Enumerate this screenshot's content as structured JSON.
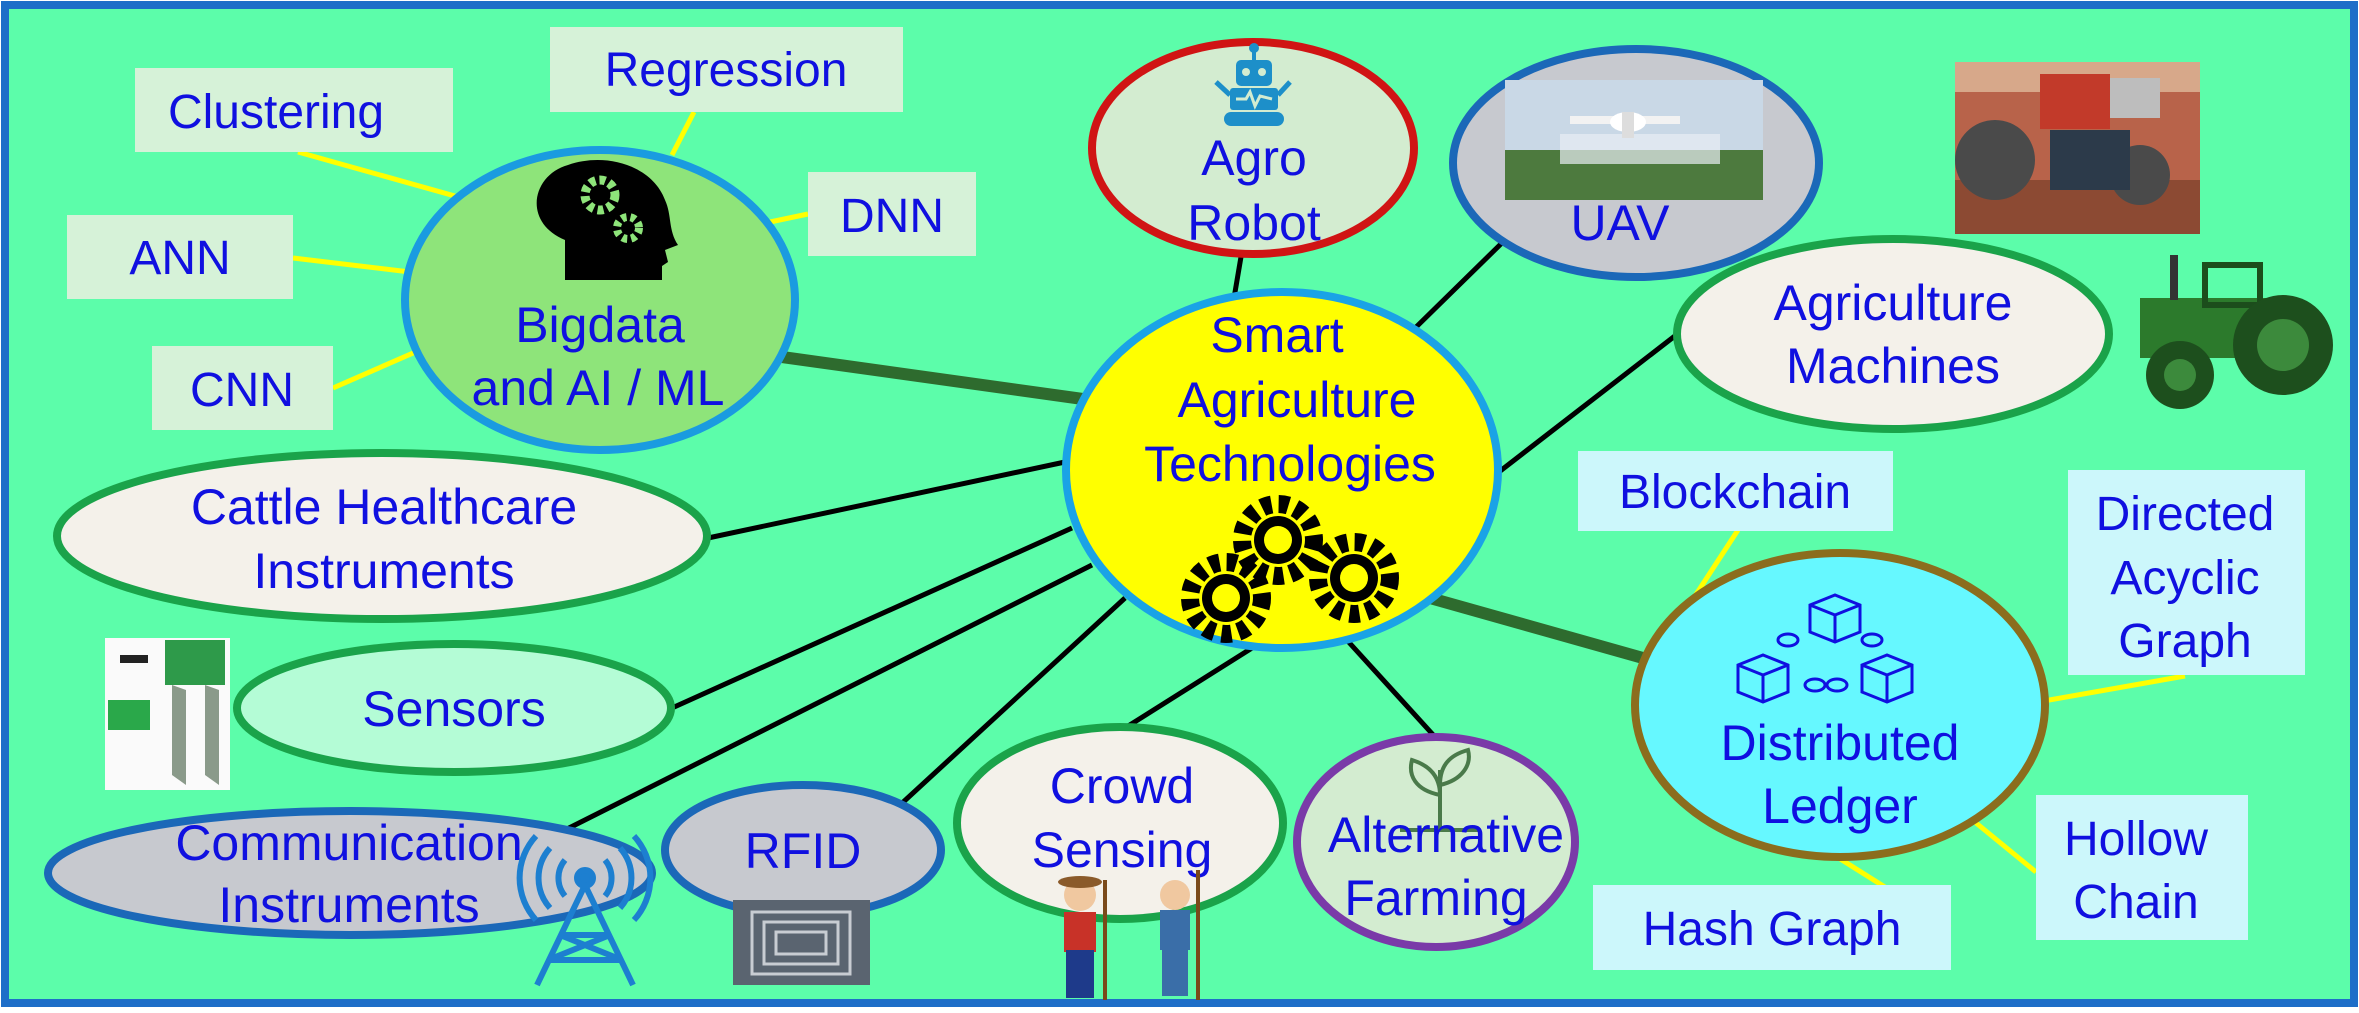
{
  "center": {
    "line1": "Smart",
    "line2": "Agriculture",
    "line3": "Technologies"
  },
  "bigdata": {
    "line1": "Bigdata",
    "line2": "and AI / ML"
  },
  "ai_tags": {
    "clustering": "Clustering",
    "regression": "Regression",
    "dnn": "DNN",
    "ann": "ANN",
    "cnn": "CNN"
  },
  "robot": {
    "line1": "Agro",
    "line2": "Robot"
  },
  "uav": {
    "label": "UAV"
  },
  "machines": {
    "line1": "Agriculture",
    "line2": "Machines"
  },
  "cattle": {
    "line1": "Cattle Healthcare",
    "line2": "Instruments"
  },
  "sensors": {
    "label": "Sensors"
  },
  "communication": {
    "line1": "Communication",
    "line2": "Instruments"
  },
  "rfid": {
    "label": "RFID"
  },
  "crowd": {
    "line1": "Crowd",
    "line2": "Sensing"
  },
  "alternative": {
    "line1": "Alternative",
    "line2": "Farming"
  },
  "ledger": {
    "line1": "Distributed",
    "line2": "Ledger"
  },
  "ledger_tags": {
    "blockchain": "Blockchain",
    "dag1": "Directed",
    "dag2": "Acyclic",
    "dag3": "Graph",
    "hollow1": "Hollow",
    "hollow2": "Chain",
    "hash": "Hash Graph"
  },
  "colors": {
    "background": "#5cfdaa",
    "frame": "#1e6ec8",
    "text": "#1010e0",
    "center_fill": "#ffff00",
    "tag_fill": "#d6f2d8",
    "ledger_tag_fill": "#ccf7fb"
  }
}
